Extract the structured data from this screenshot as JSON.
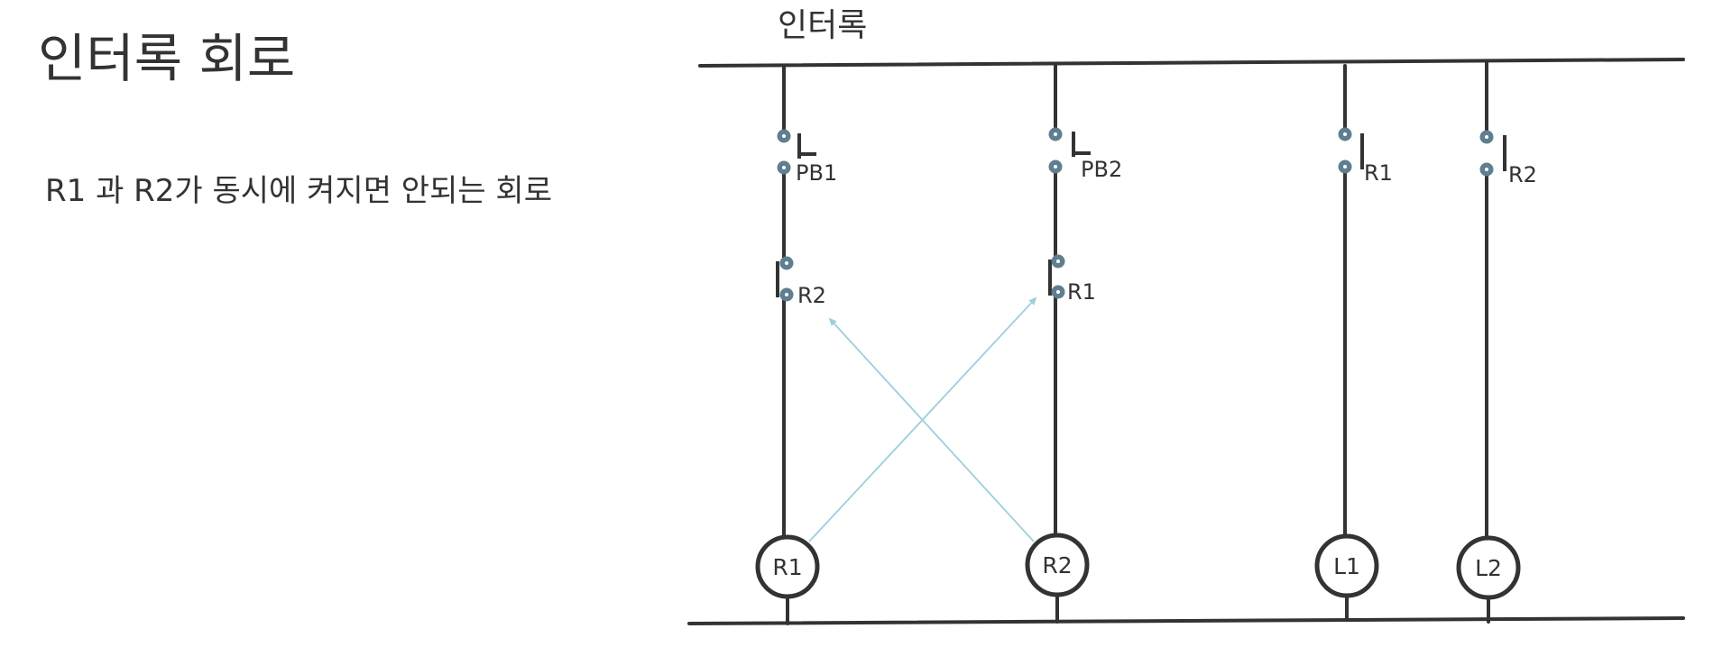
{
  "title": "인터록 회로",
  "subtitle": "R1 과 R2가 동시에 켜지면 안되는 회로",
  "diagram": {
    "header": "인터록",
    "contacts": {
      "pb1": "PB1",
      "pb2": "PB2",
      "r1_top": "R1",
      "r2_top": "R2",
      "r2_interlock": "R2",
      "r1_interlock": "R1"
    },
    "loads": {
      "coil_r1": "R1",
      "coil_r2": "R2",
      "lamp_l1": "L1",
      "lamp_l2": "L2"
    }
  },
  "colors": {
    "wire": "#333333",
    "terminal": "#5f7f8f",
    "interlock_arrow": "#9ccfdd"
  }
}
